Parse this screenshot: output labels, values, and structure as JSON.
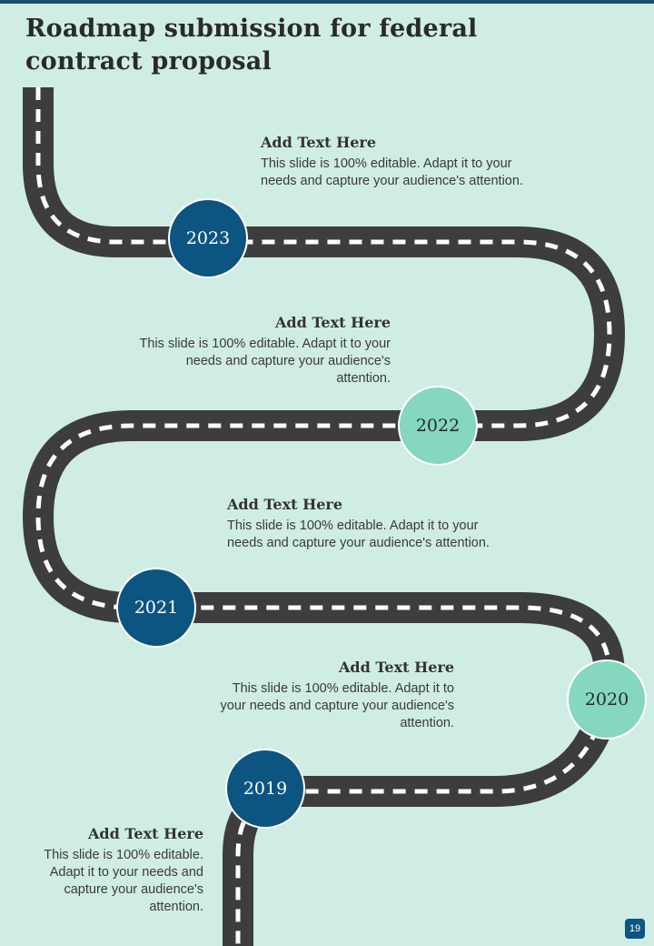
{
  "page": {
    "title": "Roadmap submission for federal contract proposal",
    "page_number": "19"
  },
  "colors": {
    "background": "#cfede5",
    "road": "#3d3d3d",
    "dashes": "#ffffff",
    "milestone_dark": "#0b5580",
    "milestone_light": "#86d7bf",
    "accent_bar": "#1f4e6b"
  },
  "milestones": [
    {
      "year": "2023",
      "heading": "Add Text Here",
      "body": "This slide is 100% editable. Adapt it to your needs and capture your audience's attention."
    },
    {
      "year": "2022",
      "heading": "Add Text Here",
      "body": "This slide is 100% editable. Adapt it to your needs and capture your audience's attention."
    },
    {
      "year": "2021",
      "heading": "Add Text Here",
      "body": "This slide is 100% editable. Adapt it to your needs and capture your audience's attention."
    },
    {
      "year": "2020",
      "heading": "Add Text Here",
      "body": "This slide is 100% editable. Adapt it to your needs and capture your audience's attention."
    },
    {
      "year": "2019",
      "heading": "Add Text Here",
      "body": "This slide is 100% editable. Adapt it to your needs and capture your audience's attention."
    }
  ]
}
